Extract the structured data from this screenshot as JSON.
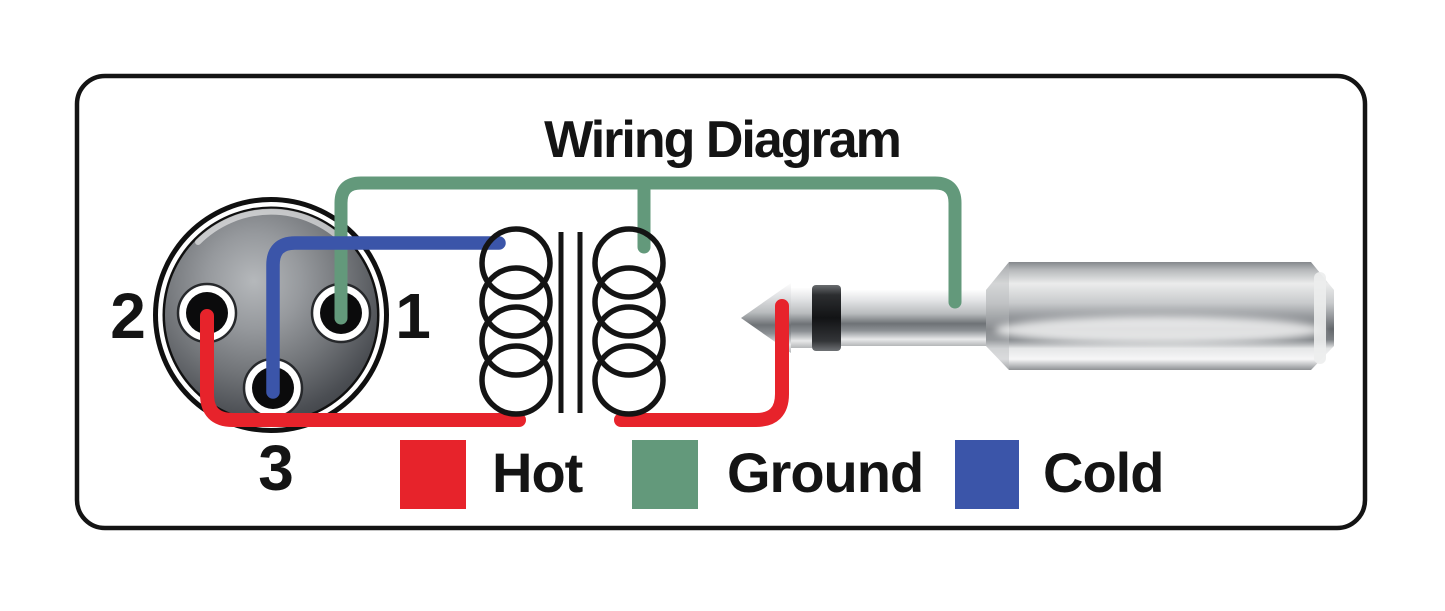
{
  "title": "Wiring Diagram",
  "palette": {
    "hot": "#e7232b",
    "ground": "#63997b",
    "cold": "#3b55a9",
    "line": "#141414"
  },
  "xlr": {
    "pin_labels": {
      "pin1": "1",
      "pin2": "2",
      "pin3": "3"
    }
  },
  "legend": {
    "items": [
      {
        "label": "Hot",
        "color": "#e7232b"
      },
      {
        "label": "Ground",
        "color": "#63997b"
      },
      {
        "label": "Cold",
        "color": "#3b55a9"
      }
    ]
  }
}
